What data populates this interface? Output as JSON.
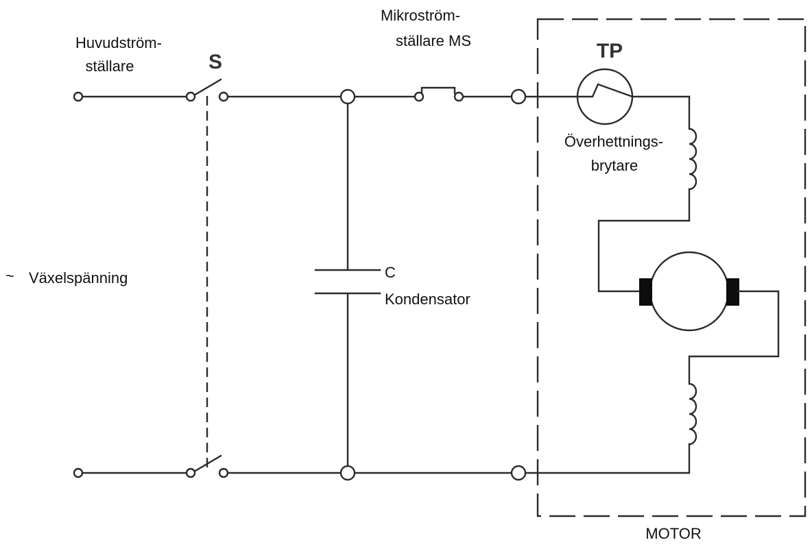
{
  "labels": {
    "main_switch_line1": "Huvudström-",
    "main_switch_line2": "ställare",
    "switch_s": "S",
    "micro_switch_line1": "Mikroström-",
    "micro_switch_line2": "ställare MS",
    "tp": "TP",
    "overheat_line1": "Överhettnings-",
    "overheat_line2": "brytare",
    "ac_symbol": "~",
    "ac_voltage": "Växelspänning",
    "capacitor_c": "C",
    "capacitor_name": "Kondensator",
    "motor": "MOTOR"
  }
}
